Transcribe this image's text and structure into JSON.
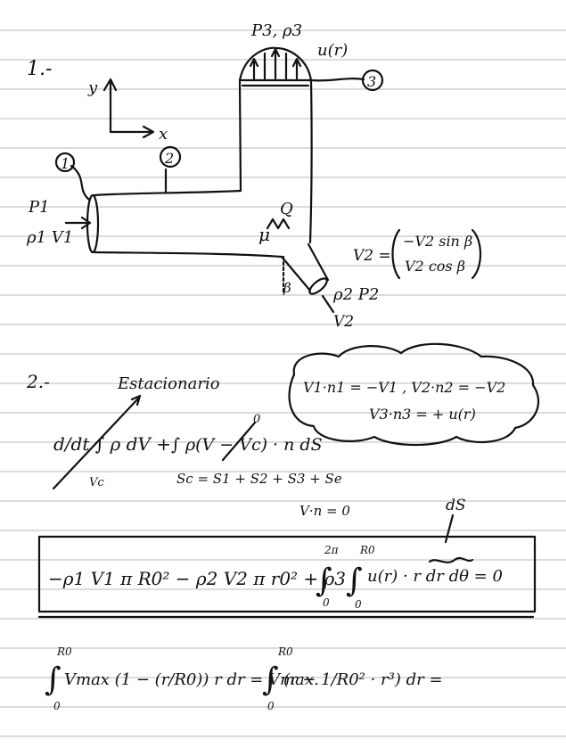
{
  "section1": {
    "number": "1.-",
    "axis_y": "y",
    "axis_x": "x",
    "label_p3": "P3, ρ3",
    "label_ur": "u(r)",
    "marker_1": "1",
    "marker_2": "2",
    "marker_3": "3",
    "marker_control": "Q",
    "label_p1": "P1",
    "label_rho1_v1": "ρ1 V1",
    "label_mu": "μ",
    "v2_lhs": "V2 =",
    "v2_row1": "−V2 sin β",
    "v2_row2": "V2 cos β",
    "beta": "β",
    "label_p2": "ρ2 P2",
    "label_v2": "V2"
  },
  "section2": {
    "number": "2.-",
    "estacionario": "Estacionario",
    "cloud_line1": "V1·n1 = −V1 ,  V2·n2 = −V2",
    "cloud_line2": "V3·n3 = + u(r)",
    "integral_lhs": "d/dt ∫ ρ dV +",
    "vc": "Vc",
    "flux_term": "∫ ρ(V − Vc) · n dS",
    "zero_mark": "0",
    "sc_def": "Sc = S1 + S2 + S3 + Se",
    "vn_zero": "V·n = 0",
    "ds_label": "dS"
  },
  "boxed_equation": {
    "term1": "−ρ1 V1 π R0² − ρ2 V2 π r0² + ρ3",
    "upper_2pi": "2π",
    "upper_r0": "R0",
    "lower_0a": "0",
    "lower_0b": "0",
    "integrand": "u(r) · r dr dθ  = 0"
  },
  "bottom_equation": {
    "upper_r0": "R0",
    "lower_0": "0",
    "lhs": "Vmax (1 − (r/R0)) r dr = Vmax.",
    "upper_r0_b": "R0",
    "lower_0_b": "0",
    "rhs": "(r − 1/R0² · r³) dr ="
  }
}
